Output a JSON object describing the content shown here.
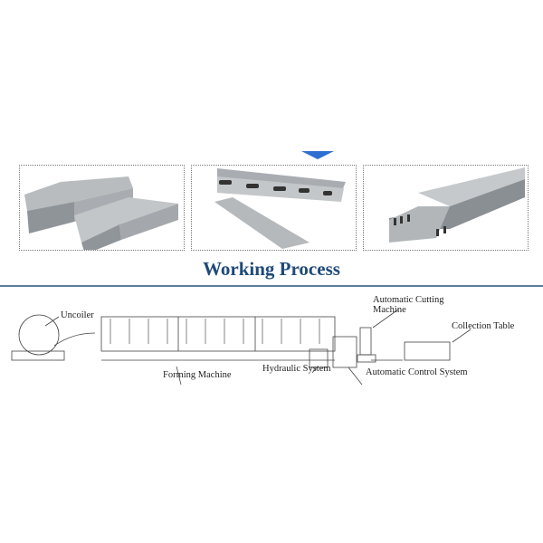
{
  "title": "Working Process",
  "products": [
    "cable-tray-with-cover",
    "slotted-strut-channel",
    "perforated-cable-tray"
  ],
  "labels": {
    "uncoiler": "Uncoiler",
    "cutting_line1": "Automatic Cutting",
    "cutting_line2": "Machine",
    "collection": "Collection Table",
    "forming": "Forming Machine",
    "hydraulic": "Hydraulic System",
    "control": "Automatic Control System"
  },
  "colors": {
    "title": "#1f4a78",
    "arrow": "#2f6fd0",
    "rule": "#5b7d9c"
  }
}
